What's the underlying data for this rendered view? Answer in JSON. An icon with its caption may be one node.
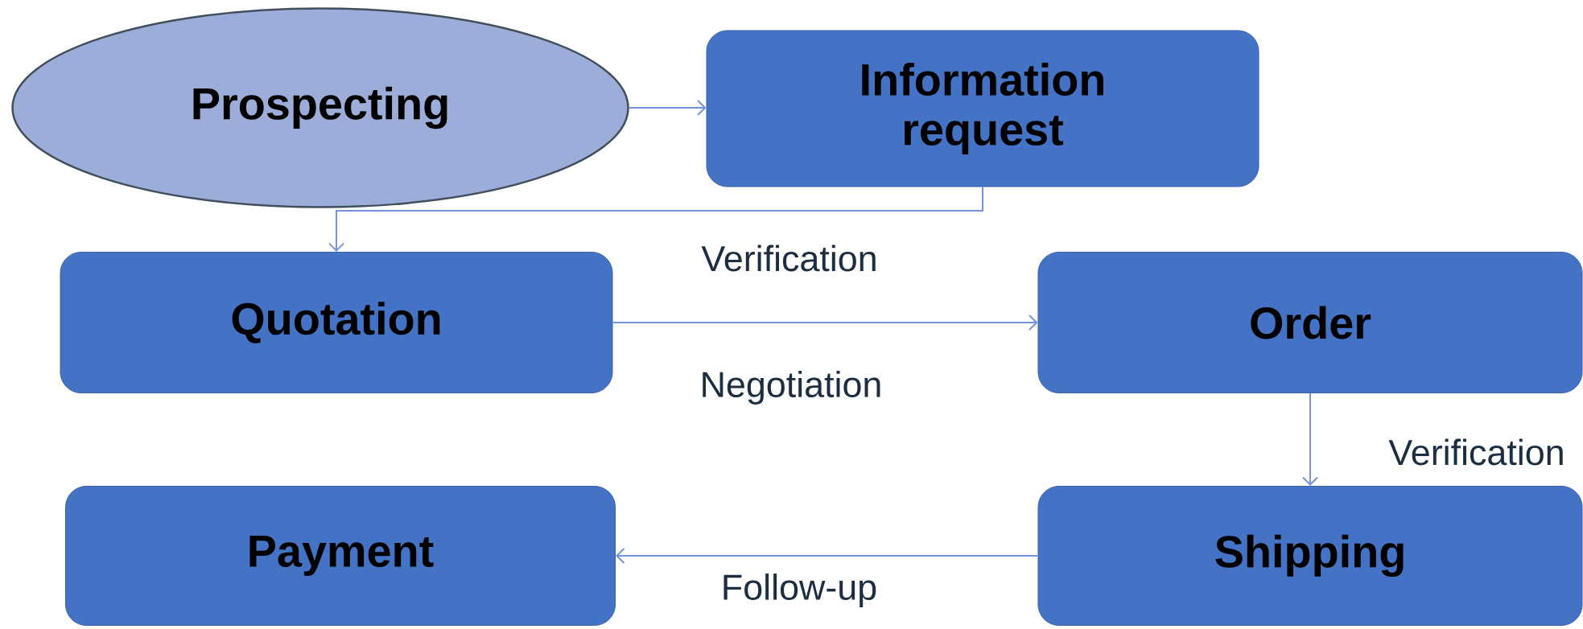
{
  "diagram": {
    "nodes": [
      {
        "text": [
          "Prospecting"
        ]
      },
      {
        "text": [
          "Information request"
        ]
      },
      {
        "text": [
          "Quotation"
        ]
      },
      {
        "text": [
          "Order"
        ]
      },
      {
        "text": [
          "Shipping"
        ]
      },
      {
        "text": [
          "Payment"
        ]
      }
    ],
    "edges": [
      {
        "from": 0,
        "to": 1,
        "arrow": "to"
      },
      {
        "from": 1,
        "to": 2,
        "arrow": "to"
      },
      {
        "from": 2,
        "to": 3,
        "arrow": "to",
        "label": "Verification"
      },
      {
        "from": 3,
        "to": 4,
        "arrow": "to",
        "label": "Verification"
      },
      {
        "from": 4,
        "to": 5,
        "arrow": "to",
        "label": "Follow-up"
      }
    ],
    "labels": [
      "Negotiation"
    ]
  }
}
